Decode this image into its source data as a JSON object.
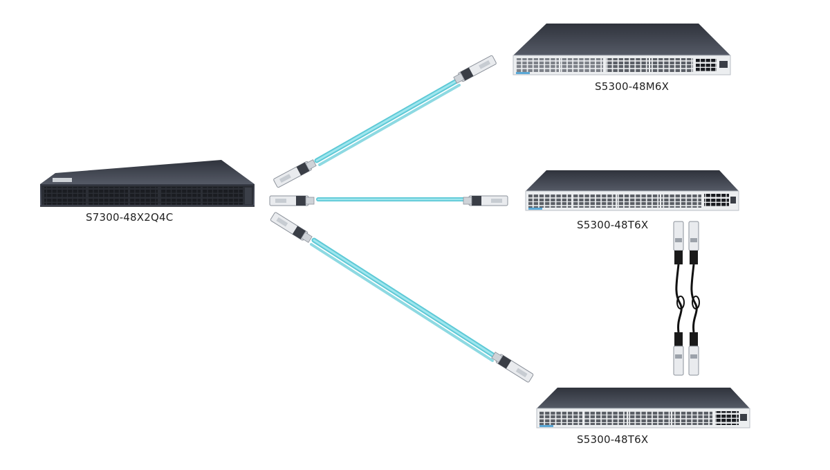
{
  "devices": {
    "core": {
      "label": "S7300-48X2Q4C"
    },
    "access_top": {
      "label": "S5300-48M6X"
    },
    "access_middle": {
      "label": "S5300-48T6X"
    },
    "access_bottom": {
      "label": "S5300-48T6X"
    }
  },
  "colors": {
    "fiber": "#86dde6",
    "fiber_edge": "#5ec9d6",
    "chassis_dark": "#3a3f4a",
    "chassis_top": "#4a4f5c",
    "panel_light": "#eceef0",
    "dac_cable": "#111111"
  },
  "links": [
    {
      "from": "core",
      "to": "access_top",
      "medium": "fiber"
    },
    {
      "from": "core",
      "to": "access_middle",
      "medium": "fiber"
    },
    {
      "from": "core",
      "to": "access_bottom",
      "medium": "fiber"
    },
    {
      "from": "access_middle",
      "to": "access_bottom",
      "medium": "dac"
    }
  ]
}
